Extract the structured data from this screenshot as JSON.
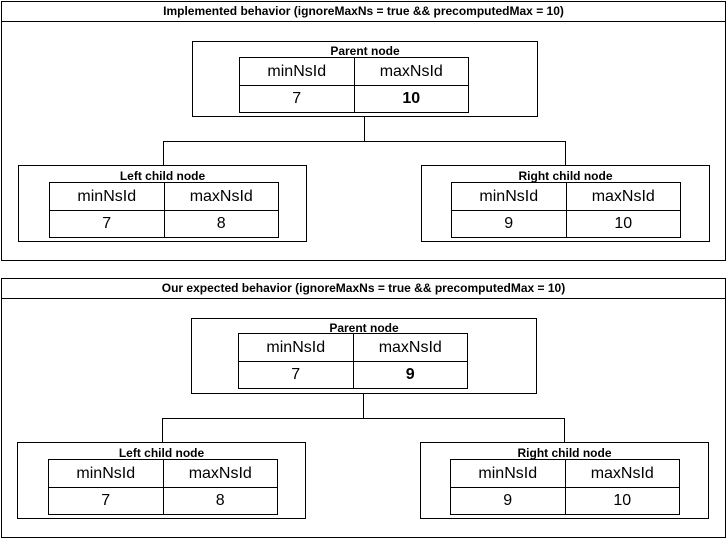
{
  "panels": [
    {
      "title": "Implemented behavior (ignoreMaxNs = true && precomputedMax = 10)",
      "parent": {
        "title": "Parent node",
        "col1": "minNsId",
        "col2": "maxNsId",
        "min": "7",
        "max": "10"
      },
      "left": {
        "title": "Left child node",
        "col1": "minNsId",
        "col2": "maxNsId",
        "min": "7",
        "max": "8"
      },
      "right": {
        "title": "Right child node",
        "col1": "minNsId",
        "col2": "maxNsId",
        "min": "9",
        "max": "10"
      }
    },
    {
      "title": "Our expected behavior (ignoreMaxNs = true && precomputedMax = 10)",
      "parent": {
        "title": "Parent node",
        "col1": "minNsId",
        "col2": "maxNsId",
        "min": "7",
        "max": "9"
      },
      "left": {
        "title": "Left child node",
        "col1": "minNsId",
        "col2": "maxNsId",
        "min": "7",
        "max": "8"
      },
      "right": {
        "title": "Right child node",
        "col1": "minNsId",
        "col2": "maxNsId",
        "min": "9",
        "max": "10"
      }
    }
  ]
}
